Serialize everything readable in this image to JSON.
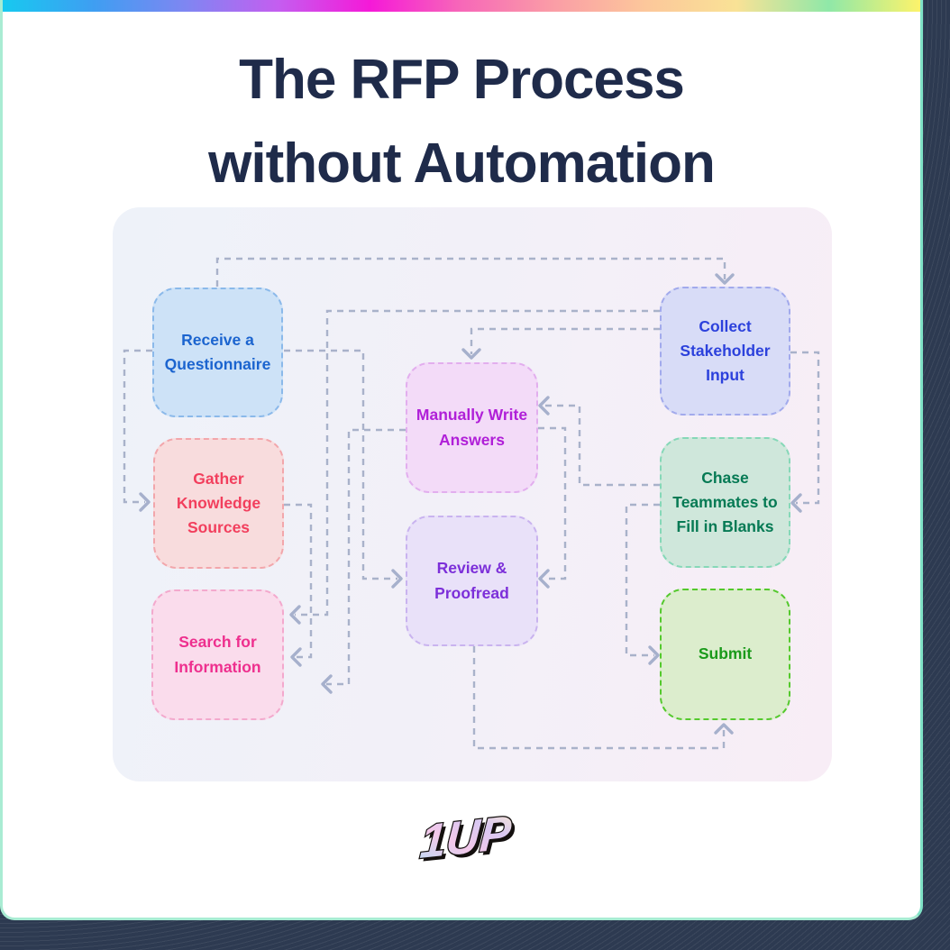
{
  "page": {
    "title_line1": "The RFP Process",
    "title_line2": "without Automation"
  },
  "theme": {
    "page_background": "#2d3a51",
    "card_background": "#ffffff",
    "card_border_light": "#a9ecd3",
    "card_border_dark": "#7fe2c6",
    "title_color": "#1f2b4a",
    "connector_color": "#a9b2ca",
    "arrowhead_color": "#a6b0cc",
    "panel_gradient": [
      "#eef2f9",
      "#f3f0f8",
      "#f8edf6"
    ],
    "rainbow_bar": [
      "#17c9f0",
      "#3f9ef2",
      "#7f86f2",
      "#c45ef0",
      "#f519d8",
      "#f768b8",
      "#fa9da6",
      "#fcc79b",
      "#f9e296",
      "#8fe8a8",
      "#fdf36b"
    ]
  },
  "logo": {
    "text": "1UP",
    "outline_color": "#14100f",
    "gradient": [
      "#b8ddf6",
      "#f3c8ea",
      "#d9c8f2",
      "#fceccc"
    ]
  },
  "flowchart": {
    "nodes": [
      {
        "id": "receive",
        "label": "Receive a\nQuestionnaire",
        "fill": "#cde2f7",
        "border": "#8bb9ea",
        "text_color": "#1b64cf"
      },
      {
        "id": "gather",
        "label": "Gather\nKnowledge\nSources",
        "fill": "#f8dcdd",
        "border": "#f2a6ab",
        "text_color": "#f23f5d"
      },
      {
        "id": "search",
        "label": "Search for\nInformation",
        "fill": "#fadcec",
        "border": "#f3a9cd",
        "text_color": "#ee2f8e"
      },
      {
        "id": "write",
        "label": "Manually Write\nAnswers",
        "fill": "#f3dbf8",
        "border": "#e2aeee",
        "text_color": "#b01fd8"
      },
      {
        "id": "review",
        "label": "Review &\nProofread",
        "fill": "#e9e1f9",
        "border": "#c9b3ef",
        "text_color": "#7c2fd9"
      },
      {
        "id": "collect",
        "label": "Collect\nStakeholder\nInput",
        "fill": "#d8dcf7",
        "border": "#a2aaec",
        "text_color": "#2c41dc"
      },
      {
        "id": "chase",
        "label": "Chase\nTeammates to\nFill in Blanks",
        "fill": "#cfe7db",
        "border": "#86d8b8",
        "text_color": "#067a54"
      },
      {
        "id": "submit",
        "label": "Submit",
        "fill": "#dcedcd",
        "border": "#54c92d",
        "text_color": "#1a9a1a"
      }
    ],
    "edges": [
      {
        "id": "receive-collect",
        "from": "receive",
        "to": "collect"
      },
      {
        "id": "receive-gather",
        "from": "receive",
        "to": "gather"
      },
      {
        "id": "receive-review",
        "from": "receive",
        "to": "review"
      },
      {
        "id": "collect-search",
        "from": "collect",
        "to": "search"
      },
      {
        "id": "collect-write",
        "from": "collect",
        "to": "write"
      },
      {
        "id": "collect-chase",
        "from": "collect",
        "to": "chase"
      },
      {
        "id": "gather-search",
        "from": "gather",
        "to": "search"
      },
      {
        "id": "write-search",
        "from": "write",
        "to": "search"
      },
      {
        "id": "write-review",
        "from": "write",
        "to": "review"
      },
      {
        "id": "chase-write",
        "from": "chase",
        "to": "write"
      },
      {
        "id": "chase-submit",
        "from": "chase",
        "to": "submit"
      },
      {
        "id": "review-submit",
        "from": "review",
        "to": "submit"
      }
    ]
  }
}
